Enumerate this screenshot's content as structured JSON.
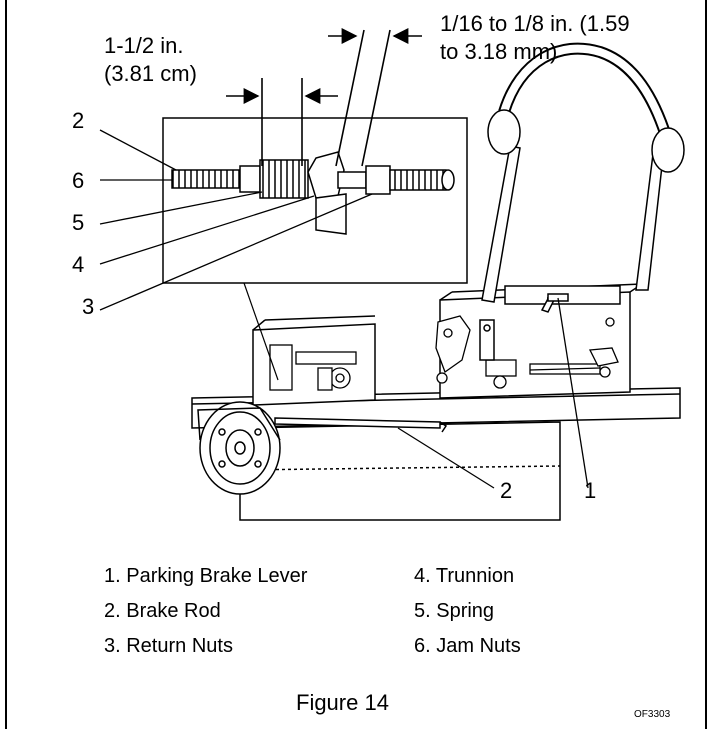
{
  "dimensions": {
    "spring_length": [
      "1-1/2 in.",
      "(3.81 cm)"
    ],
    "gap": [
      "1/16 to 1/8 in. (1.59",
      "to 3.18 mm)"
    ]
  },
  "inset_callouts": [
    "2",
    "6",
    "5",
    "4",
    "3"
  ],
  "main_callouts": [
    "2",
    "1"
  ],
  "legend": [
    "1. Parking Brake Lever",
    "2. Brake Rod",
    "3. Return Nuts",
    "4. Trunnion",
    "5. Spring",
    "6. Jam Nuts"
  ],
  "caption": "Figure 14",
  "figure_id": "OF3303"
}
